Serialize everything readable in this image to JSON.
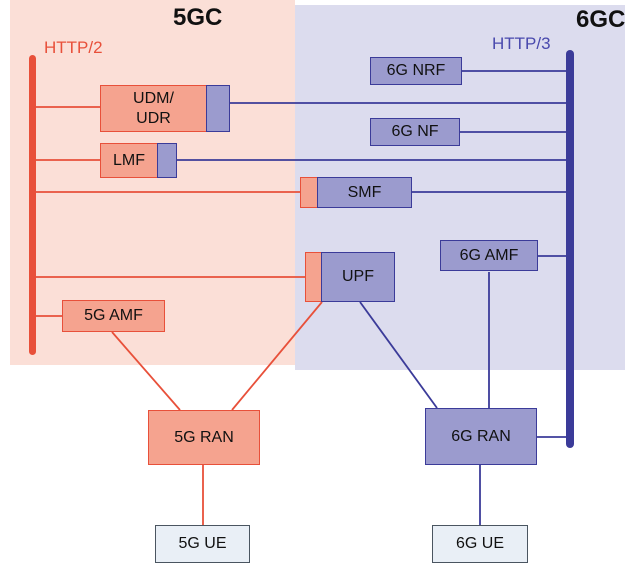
{
  "regions": {
    "core5": {
      "title": "5GC",
      "bg": "#fbdfd7"
    },
    "core6": {
      "title": "6GC",
      "bg": "#dcdcee"
    }
  },
  "buses": {
    "http2": {
      "label": "HTTP/2",
      "color": "#e8503a"
    },
    "http3": {
      "label": "HTTP/3",
      "color": "#3b3b99"
    }
  },
  "nodes": {
    "udm": {
      "label": "UDM/\nUDR"
    },
    "lmf": {
      "label": "LMF"
    },
    "nrf6": {
      "label": "6G NRF"
    },
    "nf6": {
      "label": "6G NF"
    },
    "smf": {
      "label": "SMF"
    },
    "upf": {
      "label": "UPF"
    },
    "amf6": {
      "label": "6G AMF"
    },
    "amf5": {
      "label": "5G AMF"
    },
    "ran5": {
      "label": "5G RAN"
    },
    "ran6": {
      "label": "6G RAN"
    },
    "ue5": {
      "label": "5G UE"
    },
    "ue6": {
      "label": "6G UE"
    }
  },
  "colors": {
    "red": "#e8503a",
    "blue": "#3b3b99",
    "salmon": "#f5a38f",
    "purple": "#9b9bce",
    "pinkBg": "#fbdfd7",
    "lavenderBg": "#dcdcee",
    "ueFill": "#e9eff6",
    "ueBorder": "#4a5560",
    "http3Text": "#4949ad",
    "ink": "#111111"
  }
}
